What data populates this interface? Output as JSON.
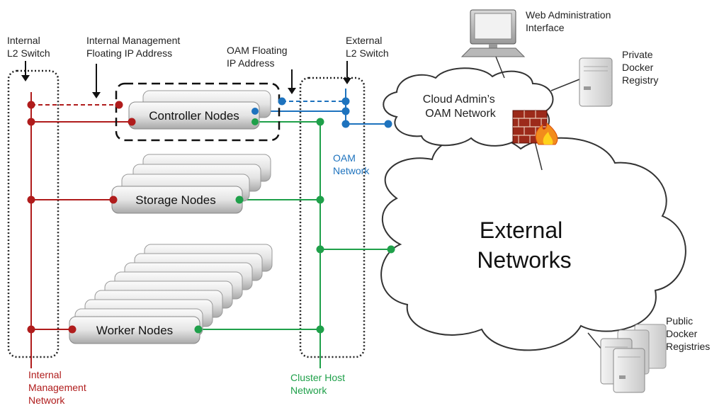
{
  "labels": {
    "internal_l2_switch": [
      "Internal",
      "L2 Switch"
    ],
    "internal_mgmt_floating_ip": [
      "Internal Management",
      "Floating IP Address"
    ],
    "oam_floating_ip": [
      "OAM Floating",
      "IP Address"
    ],
    "external_l2_switch": [
      "External",
      "L2 Switch"
    ],
    "web_admin_interface": [
      "Web Administration",
      "Interface"
    ],
    "private_docker_registry": [
      "Private",
      "Docker",
      "Registry"
    ],
    "cloud_admin_oam_network": [
      "Cloud Admin’s",
      "OAM Network"
    ],
    "oam_network": [
      "OAM",
      "Network"
    ],
    "external_networks": [
      "External",
      "Networks"
    ],
    "public_docker_registries": [
      "Public",
      "Docker",
      "Registries"
    ],
    "internal_management_network": [
      "Internal",
      "Management",
      "Network"
    ],
    "cluster_host_network": [
      "Cluster Host",
      "Network"
    ]
  },
  "nodes": {
    "controller": "Controller Nodes",
    "storage": "Storage Nodes",
    "worker": "Worker Nodes"
  },
  "colors": {
    "internal_mgmt": "#b01c1c",
    "oam": "#1e73be",
    "cluster_host": "#1fa04a"
  }
}
